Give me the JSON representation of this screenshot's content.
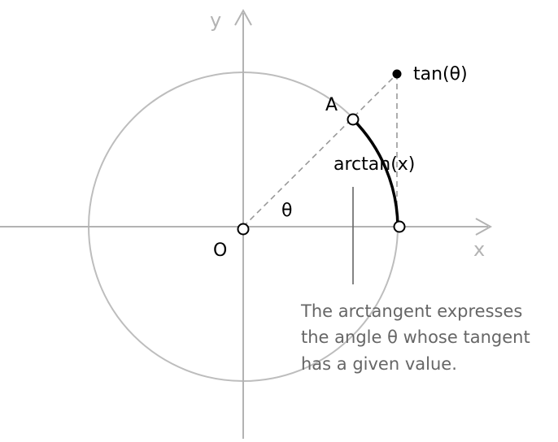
{
  "labels": {
    "x_axis": "x",
    "y_axis": "y",
    "origin": "O",
    "point_a": "A",
    "theta": "θ",
    "tan_point": "tan(θ)",
    "arc": "arctan(x)"
  },
  "caption": {
    "line1": "The arctangent expresses",
    "line2": "the angle θ whose tangent",
    "line3": "has a given value."
  },
  "colors": {
    "axis": "#b3b3b3",
    "circle": "#bdbdbd",
    "dashed": "#999999",
    "arc": "#000000",
    "callout": "#666666",
    "caption": "#666666"
  }
}
